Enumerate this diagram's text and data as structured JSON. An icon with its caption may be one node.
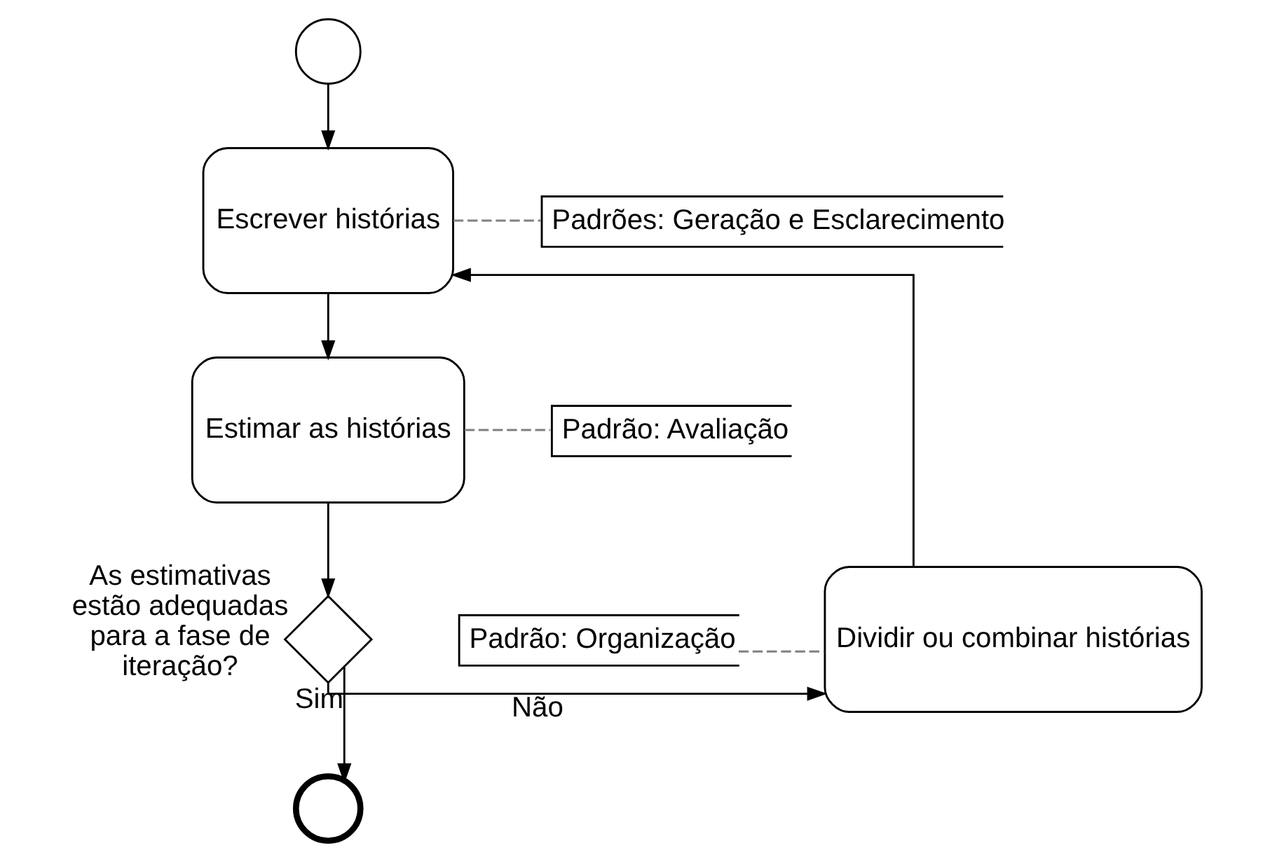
{
  "diagram": {
    "nodes": [
      {
        "text": [],
        "shape": "circle"
      },
      {
        "text": [
          "Escrever histórias"
        ]
      },
      {
        "text": [
          "Padrões: Geração e Esclarecimento"
        ]
      },
      {
        "text": [
          "Estimar as histórias"
        ]
      },
      {
        "text": [
          "Padrão: Avaliação"
        ]
      },
      {
        "text": [],
        "shape": "diamond",
        "beside": [
          "As estimativas estão adequadas para a fase de iteração?"
        ]
      },
      {
        "text": [
          "Dividir ou combinar histórias"
        ]
      },
      {
        "text": [
          "Padrão: Organização"
        ]
      },
      {
        "text": [],
        "shape": "circle"
      }
    ],
    "edges": [
      {
        "from": 0,
        "to": 1,
        "arrow": "to"
      },
      {
        "from": 1,
        "to": 2,
        "arrow": "none",
        "style": "dashed",
        "color": "#808080"
      },
      {
        "from": 1,
        "to": 3,
        "arrow": "to"
      },
      {
        "from": 3,
        "to": 4,
        "arrow": "none",
        "style": "dashed",
        "color": "#808080"
      },
      {
        "from": 3,
        "to": 5,
        "arrow": "to"
      },
      {
        "from": 5,
        "to": 6,
        "arrow": "to",
        "label": "Não"
      },
      {
        "from": 6,
        "to": 1,
        "arrow": "to"
      },
      {
        "from": 5,
        "to": 8,
        "arrow": "to",
        "label": "Sim"
      },
      {
        "from": 7,
        "to": 6,
        "arrow": "none",
        "style": "dashed",
        "color": "#808080"
      }
    ]
  }
}
